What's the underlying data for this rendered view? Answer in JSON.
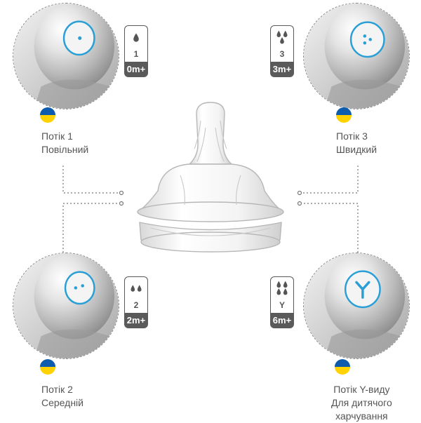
{
  "flows": [
    {
      "id": "flow1",
      "badge_number": "1",
      "badge_age": "0m+",
      "label_line1": "Потік 1",
      "label_line2": "Повільний",
      "label_line3": "",
      "drops": 1,
      "icon": "single-hole"
    },
    {
      "id": "flow3",
      "badge_number": "3",
      "badge_age": "3m+",
      "label_line1": "Потік 3",
      "label_line2": "Швидкий",
      "label_line3": "",
      "drops": 3,
      "icon": "three-holes"
    },
    {
      "id": "flow2",
      "badge_number": "2",
      "badge_age": "2m+",
      "label_line1": "Потік 2",
      "label_line2": "Середній",
      "label_line3": "",
      "drops": 2,
      "icon": "two-holes"
    },
    {
      "id": "flowY",
      "badge_number": "Y",
      "badge_age": "6m+",
      "label_line1": "Потік Y-виду",
      "label_line2": "Для дитячого",
      "label_line3": "харчування",
      "drops": 4,
      "icon": "y-cut"
    }
  ],
  "colors": {
    "accent": "#2a9fd6",
    "badge_dark": "#5a5a5a",
    "flag_blue": "#0e5cad",
    "flag_yellow": "#ffd200"
  }
}
